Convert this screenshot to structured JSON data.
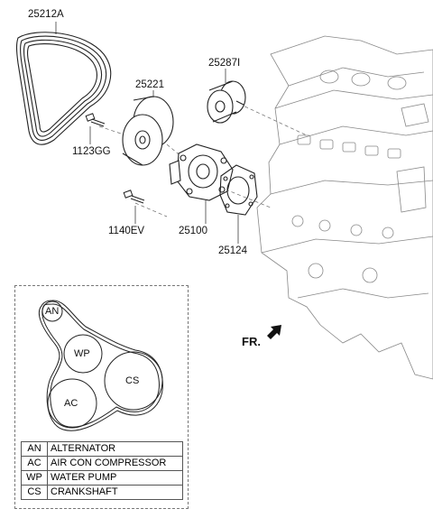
{
  "part_labels": {
    "belt": "25212A",
    "tensioner_pulley": "25221",
    "idler_pulley": "25287I",
    "bolt_upper": "1123GG",
    "bolt_lower": "1140EV",
    "water_pump": "25100",
    "gasket": "25124"
  },
  "direction_label": "FR.",
  "pulleys": {
    "an": "AN",
    "wp": "WP",
    "ac": "AC",
    "cs": "CS"
  },
  "legend": [
    {
      "code": "AN",
      "name": "ALTERNATOR"
    },
    {
      "code": "AC",
      "name": "AIR CON COMPRESSOR"
    },
    {
      "code": "WP",
      "name": "WATER PUMP"
    },
    {
      "code": "CS",
      "name": "CRANKSHAFT"
    }
  ]
}
